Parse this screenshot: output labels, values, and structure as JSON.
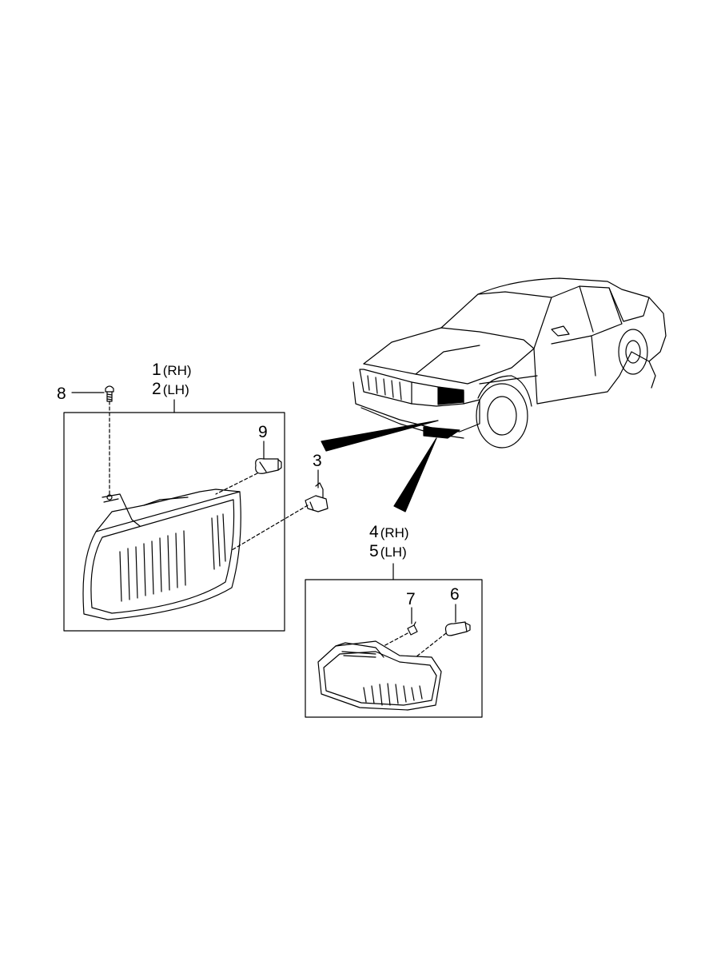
{
  "diagram": {
    "colors": {
      "line": "#000000",
      "background": "#ffffff"
    },
    "callouts": [
      {
        "id": "c1",
        "number": "1",
        "side": "(RH)"
      },
      {
        "id": "c2",
        "number": "2",
        "side": "(LH)"
      },
      {
        "id": "c3",
        "number": "3",
        "side": ""
      },
      {
        "id": "c4",
        "number": "4",
        "side": "(RH)"
      },
      {
        "id": "c5",
        "number": "5",
        "side": "(LH)"
      },
      {
        "id": "c6",
        "number": "6",
        "side": ""
      },
      {
        "id": "c7",
        "number": "7",
        "side": ""
      },
      {
        "id": "c8",
        "number": "8",
        "side": ""
      },
      {
        "id": "c9",
        "number": "9",
        "side": ""
      }
    ]
  }
}
